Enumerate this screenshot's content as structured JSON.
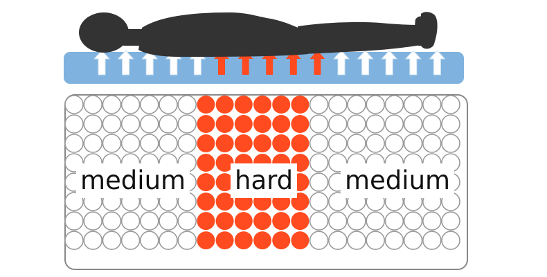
{
  "colors": {
    "body_silhouette": "#333333",
    "foam_layer": "#7fb2de",
    "arrow_soft": "#ffffff",
    "arrow_hard": "#ff4b1f",
    "spring_outline": "#9a9a9a",
    "spring_hard": "#ff4b1f",
    "frame": "#888888"
  },
  "foam_arrows": [
    "soft",
    "soft",
    "soft",
    "soft",
    "soft",
    "hard",
    "hard",
    "hard",
    "hard",
    "hard",
    "soft",
    "soft",
    "soft",
    "soft",
    "soft"
  ],
  "spring_grid": {
    "rows": 8,
    "columns": 21,
    "column_zones": [
      "medium",
      "medium",
      "medium",
      "medium",
      "medium",
      "medium",
      "medium",
      "hard",
      "hard",
      "hard",
      "hard",
      "hard",
      "hard",
      "medium",
      "medium",
      "medium",
      "medium",
      "medium",
      "medium",
      "medium",
      "medium"
    ]
  },
  "zones": {
    "left": "medium",
    "middle": "hard",
    "right": "medium"
  }
}
